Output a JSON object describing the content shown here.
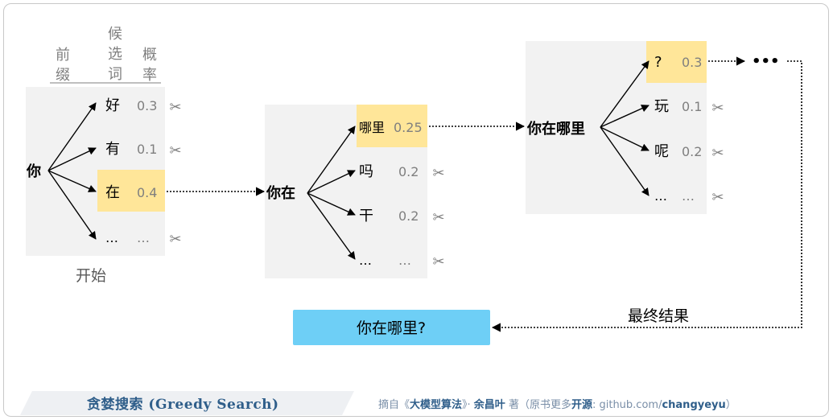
{
  "headers": {
    "prefix": "前缀",
    "candidate": "候选词",
    "probability": "概率"
  },
  "start_label": "开始",
  "steps": [
    {
      "prefix": "你",
      "candidates": [
        {
          "word": "好",
          "prob": "0.3",
          "selected": false
        },
        {
          "word": "有",
          "prob": "0.1",
          "selected": false
        },
        {
          "word": "在",
          "prob": "0.4",
          "selected": true
        },
        {
          "word": "…",
          "prob": "…",
          "selected": false
        }
      ]
    },
    {
      "prefix": "你在",
      "candidates": [
        {
          "word": "哪里",
          "prob": "0.25",
          "selected": true
        },
        {
          "word": "吗",
          "prob": "0.2",
          "selected": false
        },
        {
          "word": "干",
          "prob": "0.2",
          "selected": false
        },
        {
          "word": "…",
          "prob": "…",
          "selected": false
        }
      ]
    },
    {
      "prefix": "你在哪里",
      "candidates": [
        {
          "word": "?",
          "prob": "0.3",
          "selected": true
        },
        {
          "word": "玩",
          "prob": "0.1",
          "selected": false
        },
        {
          "word": "呢",
          "prob": "0.2",
          "selected": false
        },
        {
          "word": "…",
          "prob": "…",
          "selected": false
        }
      ]
    }
  ],
  "continuation": "•••",
  "final_label": "最终结果",
  "result": "你在哪里?",
  "footer": {
    "title": "贪婪搜索 (Greedy Search)",
    "credit_prefix": "摘自《",
    "book": "大模型算法",
    "credit_mid": "》· ",
    "author": "余昌叶",
    "credit_suffix": " 著（原书更多",
    "source_label": "开源",
    "source_text": ": github.com/",
    "source_user": "changyeyu",
    "credit_end": "）"
  },
  "colors": {
    "panel": "#f2f2f2",
    "highlight": "#ffe699",
    "result": "#6ecff6",
    "text": "#000000",
    "muted": "#7f7f7f"
  }
}
